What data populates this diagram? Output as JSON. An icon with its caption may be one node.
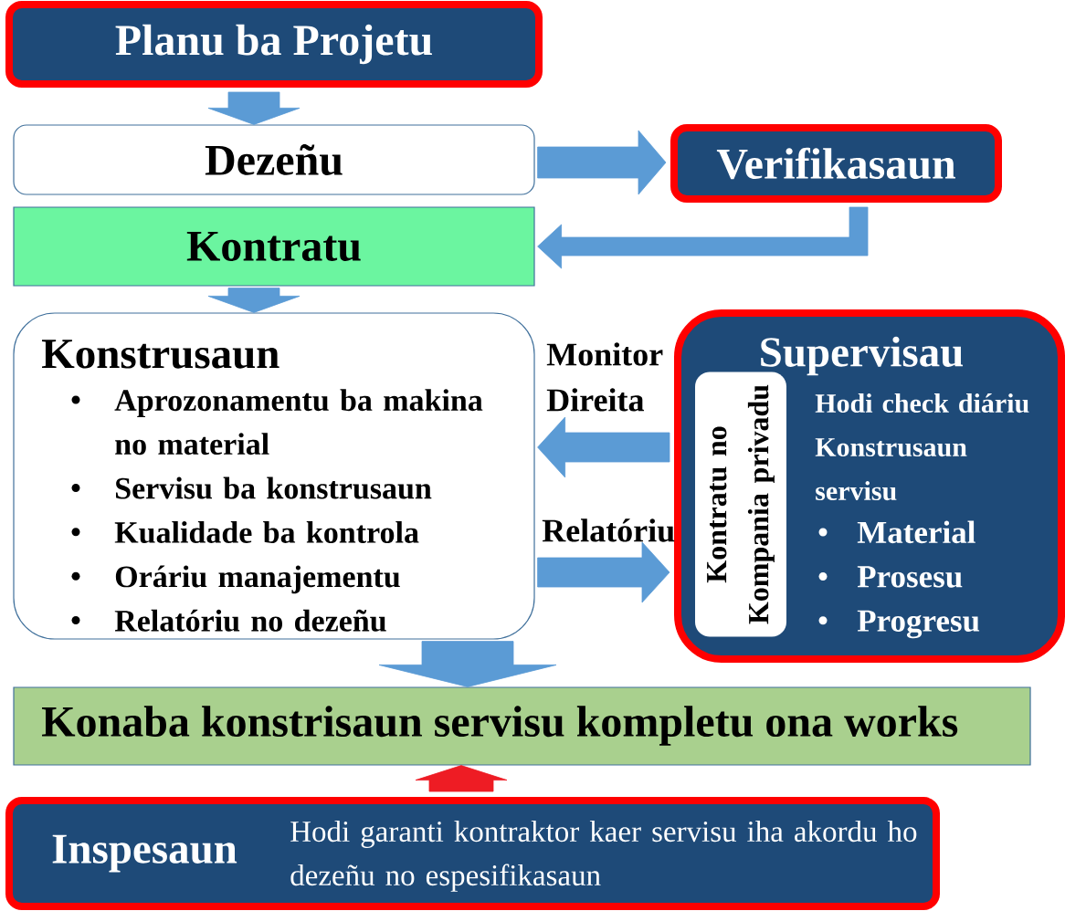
{
  "diagram": {
    "nodes": [
      {
        "text": [
          "Planu ba Projetu"
        ]
      },
      {
        "text": [
          "Dezeñu"
        ]
      },
      {
        "text": [
          "Verifikasaun"
        ]
      },
      {
        "text": [
          "Kontratu"
        ]
      },
      {
        "text": [
          "Konstrusaun",
          "Aprozonamentu ba makina no material",
          "Servisu ba konstrusaun",
          "Kualidade ba kontrola",
          "Oráriu manajementu",
          "Relatóriu no dezeñu"
        ]
      },
      {
        "text": [
          "Supervisau",
          "Hodi check diáriu Konstrusaun servisu",
          "Material",
          "Prosesu",
          "Progresu"
        ]
      },
      {
        "text": [
          "Kontratu no Kompania privadu"
        ],
        "in": 5
      },
      {
        "text": [
          "Konaba konstrisaun servisu kompletu ona works"
        ]
      },
      {
        "text": [
          "Inspesaun",
          "Hodi garanti kontraktor kaer servisu iha akordu ho dezeñu no espesifikasaun"
        ]
      }
    ],
    "edges": [
      {
        "from": 0,
        "to": 1,
        "arrow": "to"
      },
      {
        "from": 1,
        "to": 2,
        "arrow": "to"
      },
      {
        "from": 2,
        "to": 3,
        "arrow": "to"
      },
      {
        "from": 3,
        "to": 4,
        "arrow": "to"
      },
      {
        "from": 5,
        "to": 4,
        "arrow": "to",
        "label": "Monitor Direita"
      },
      {
        "from": 4,
        "to": 5,
        "arrow": "to",
        "label": "Relatóriu"
      },
      {
        "from": 4,
        "to": 7,
        "arrow": "to",
        "style": "thick"
      },
      {
        "from": 8,
        "to": 7,
        "arrow": "to",
        "style": "thick",
        "color": "#ee1c24"
      }
    ]
  }
}
